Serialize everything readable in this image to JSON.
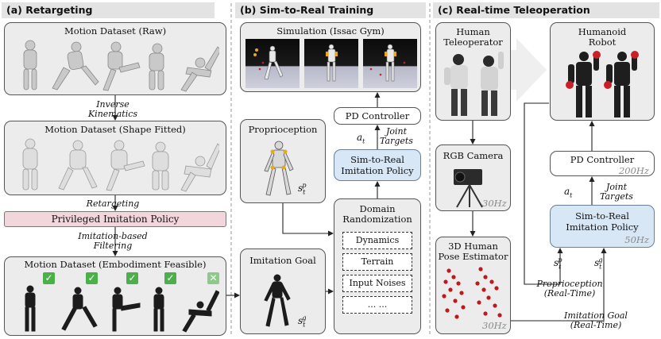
{
  "sections": {
    "a": "(a) Retargeting",
    "b": "(b) Sim-to-Real Training",
    "c": "(c) Real-time Teleoperation"
  },
  "retargeting": {
    "raw_title": "Motion Dataset (Raw)",
    "inverse_kinematics": [
      "Inverse",
      "Kinematics"
    ],
    "shape_title": "Motion Dataset (Shape Fitted)",
    "retargeting_label": "Retargeting",
    "privileged_policy": "Privileged Imitation Policy",
    "filtering": [
      "Imitation-based",
      "Filtering"
    ],
    "feasible_title": "Motion Dataset (Embodiment Feasible)",
    "checks": [
      "✓",
      "✓",
      "✓",
      "✓",
      "✕"
    ]
  },
  "training": {
    "simulation_title": "Simulation (Issac Gym)",
    "pd_controller": "PD Controller",
    "action": "a",
    "action_sub": "t",
    "joint_targets": [
      "Joint",
      "Targets"
    ],
    "policy": [
      "Sim-to-Real",
      "Imitation Policy"
    ],
    "proprioception": "Proprioception",
    "state_p": {
      "base": "s",
      "sub": "t",
      "sup": "p"
    },
    "domain_randomization": [
      "Domain",
      "Randomization"
    ],
    "dr_items": [
      "Dynamics",
      "Terrain",
      "Input Noises",
      "... ..."
    ],
    "imitation_goal": "Imitation Goal",
    "state_g": {
      "base": "s",
      "sub": "t",
      "sup": "g"
    }
  },
  "teleop": {
    "human_teleoperator": [
      "Human",
      "Teleoperator"
    ],
    "rgb_camera": "RGB Camera",
    "camera_hz": "30Hz",
    "pose_estimator": [
      "3D Human",
      "Pose Estimator"
    ],
    "pose_hz": "30Hz",
    "humanoid_robot": [
      "Humanoid",
      "Robot"
    ],
    "pd_controller": "PD Controller",
    "pd_hz": "200Hz",
    "action": "a",
    "action_sub": "t",
    "joint_targets": [
      "Joint",
      "Targets"
    ],
    "policy": [
      "Sim-to-Real",
      "Imitation Policy"
    ],
    "policy_hz": "50Hz",
    "state_p": {
      "base": "s",
      "sub": "t",
      "sup": "p"
    },
    "state_g": {
      "base": "s",
      "sub": "t",
      "sup": "g"
    },
    "proprioception_rt": [
      "Proprioception",
      "(Real-Time)"
    ],
    "imitation_goal_rt": [
      "Imitation Goal",
      "(Real-Time)"
    ]
  },
  "colors": {
    "box_gray": "#ececec",
    "policy_blue": "#d8e7f6",
    "privileged_pink": "#f1d6dc",
    "check_green": "#4cb04a",
    "hz_gray": "#8a8a8a"
  }
}
